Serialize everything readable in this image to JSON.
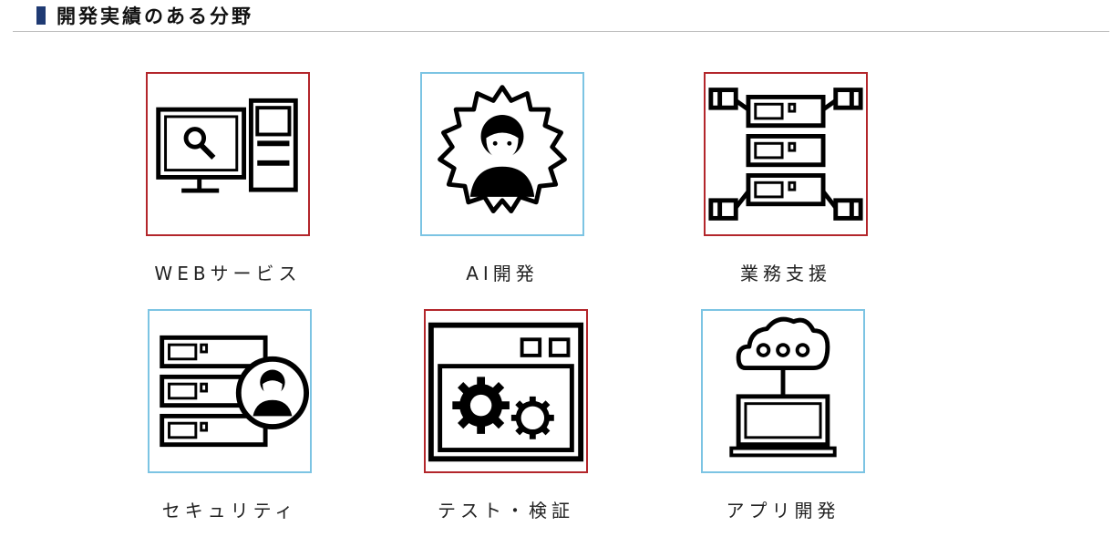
{
  "header": {
    "title": "開発実績のある分野",
    "accent_color": "#1f3a73"
  },
  "colors": {
    "red_border": "#b3262b",
    "blue_border": "#7cc4e3"
  },
  "fields": [
    {
      "label": "WEBサービス",
      "icon": "web-computer-icon"
    },
    {
      "label": "AI開発",
      "icon": "ai-person-gear-icon"
    },
    {
      "label": "業務支援",
      "icon": "server-network-icon"
    },
    {
      "label": "セキュリティ",
      "icon": "server-security-icon"
    },
    {
      "label": "テスト・検証",
      "icon": "window-gears-icon"
    },
    {
      "label": "アプリ開発",
      "icon": "cloud-laptop-icon"
    }
  ]
}
